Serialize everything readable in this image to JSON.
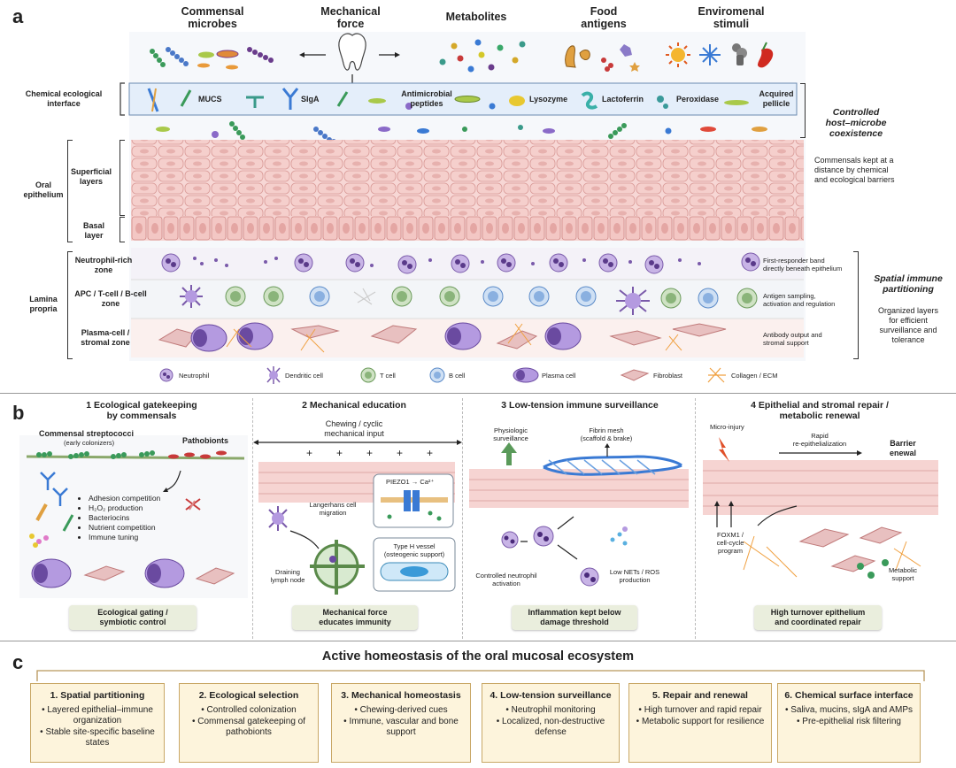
{
  "panel_a": {
    "letter": "a",
    "top_headers": [
      "Commensal\nmicrobes",
      "Mechanical\nforce",
      "Metabolites",
      "Food\nantigens",
      "Enviromenal\nstimuli"
    ],
    "chem_interface_label": "Chemical ecological\ninterface",
    "chem_items": [
      "MUCS",
      "SIgA",
      "Antimicrobial\npeptides",
      "Lysozyme",
      "Lactoferrin",
      "Peroxidase",
      "Acquired\npellicle"
    ],
    "right_title1": "Controlled\nhost–microbe\ncoexistence",
    "right_note1": "Commensals kept at a\ndistance by chemical\nand ecological barriers",
    "oral_epithelium": "Oral\nepithelium",
    "superficial": "Superficial\nlayers",
    "basal": "Basal\nlayer",
    "lamina_propria": "Lamina\npropria",
    "zones": [
      "Neutrophil-rich\nzone",
      "APC / T-cell / B-cell\nzone",
      "Plasma-cell /\nstromal zone"
    ],
    "zone_notes": [
      "First-responder band\ndirectly beneath epithelium",
      "Antigen sampling,\nactivation and regulation",
      "Antibody output and\nstromal support"
    ],
    "right_title2": "Spatial immune\npartitioning",
    "right_note2": "Organized layers\nfor efficient\nsurveillance and\ntolerance",
    "legend": [
      "Neutrophil",
      "Dendritic cell",
      "T cell",
      "B cell",
      "Plasma cell",
      "Fibroblast",
      "Collagen / ECM"
    ]
  },
  "panel_b": {
    "letter": "b",
    "titles": [
      "1 Ecological gatekeeping\nby commensals",
      "2 Mechanical education",
      "3 Low-tension immune surveillance",
      "4 Epithelial and stromal repair /\nmetabolic renewal"
    ],
    "p1": {
      "strep": "Commensal streptococci",
      "strep_sub": "(early colonizers)",
      "pathobionts": "Pathobionts",
      "bullets": [
        "Adhesion competition",
        "H₂O₂ production",
        "Bacteriocins",
        "Nutrient competition",
        "Immune tuning"
      ]
    },
    "p2": {
      "chew": "Chewing / cyclic\nmechanical input",
      "piezo": "PIEZO1 → Ca²⁺",
      "langerhans": "Langerhans cell\nmigration",
      "typeh": "Type H vessel\n(osteogenic support)",
      "lymph": "Draining\nlymph node"
    },
    "p3": {
      "physio": "Physiologic\nsurveillance",
      "fibrin": "Fibrin mesh\n(scaffold & brake)",
      "controlled": "Controlled neutrophil\nactivation",
      "lownets": "Low NETs / ROS\nproduction"
    },
    "p4": {
      "micro": "Micro-injury",
      "rapid": "Rapid\nre-epithelialization",
      "barrier": "Barrier\nenewal",
      "foxm1": "FOXM1 /\ncell-cycle\nprogram",
      "metabolic": "Metabolic\nsupport"
    },
    "captions": [
      "Ecological gating /\nsymbiotic control",
      "Mechanical force\neducates immunity",
      "Inflammation kept below\ndamage threshold",
      "High turnover epithelium\nand coordinated repair"
    ]
  },
  "panel_c": {
    "letter": "c",
    "title": "Active homeostasis of the oral mucosal ecosystem",
    "boxes": [
      {
        "title": "1. Spatial partitioning",
        "items": [
          "Layered epithelial–immune organization",
          "Stable site-specific baseline states"
        ]
      },
      {
        "title": "2. Ecological selection",
        "items": [
          "Controlled colonization",
          "Commensal gatekeeping of pathobionts"
        ]
      },
      {
        "title": "3. Mechanical homeostasis",
        "items": [
          "Chewing-derived cues",
          "Immune, vascular and bone support"
        ]
      },
      {
        "title": "4. Low-tension surveillance",
        "items": [
          "Neutrophil monitoring",
          "Localized, non-destructive defense"
        ]
      },
      {
        "title": "5. Repair and renewal",
        "items": [
          "High turnover and rapid repair",
          "Metabolic support for resilience"
        ]
      },
      {
        "title": "6. Chemical surface interface",
        "items": [
          "Saliva, mucins, sIgA and AMPs",
          "Pre-epithelial risk filtering"
        ]
      }
    ]
  }
}
